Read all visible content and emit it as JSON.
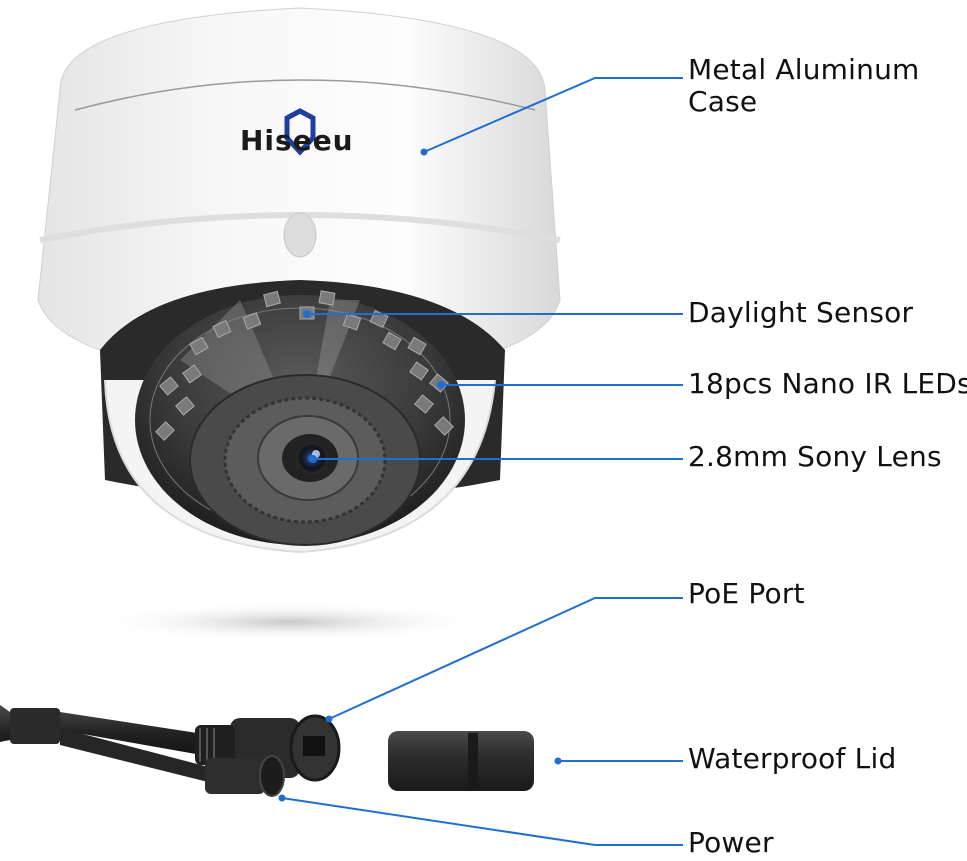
{
  "brand": {
    "logo_text": "Hiseeu",
    "shield_color": "#1f3f9e",
    "text_color": "#1a1a1a"
  },
  "callouts": [
    {
      "id": "case",
      "label_line1": "Metal Aluminum",
      "label_line2": "Case"
    },
    {
      "id": "daylight-sensor",
      "label": "Daylight Sensor"
    },
    {
      "id": "ir-leds",
      "label": "18pcs Nano IR LEDs"
    },
    {
      "id": "lens",
      "label": "2.8mm Sony Lens"
    },
    {
      "id": "poe-port",
      "label": "PoE Port"
    },
    {
      "id": "waterproof-lid",
      "label": "Waterproof Lid"
    },
    {
      "id": "power",
      "label": "Power"
    }
  ],
  "colors": {
    "leader_line": "#1f6fd1",
    "label_text": "#111111",
    "background": "#ffffff"
  }
}
